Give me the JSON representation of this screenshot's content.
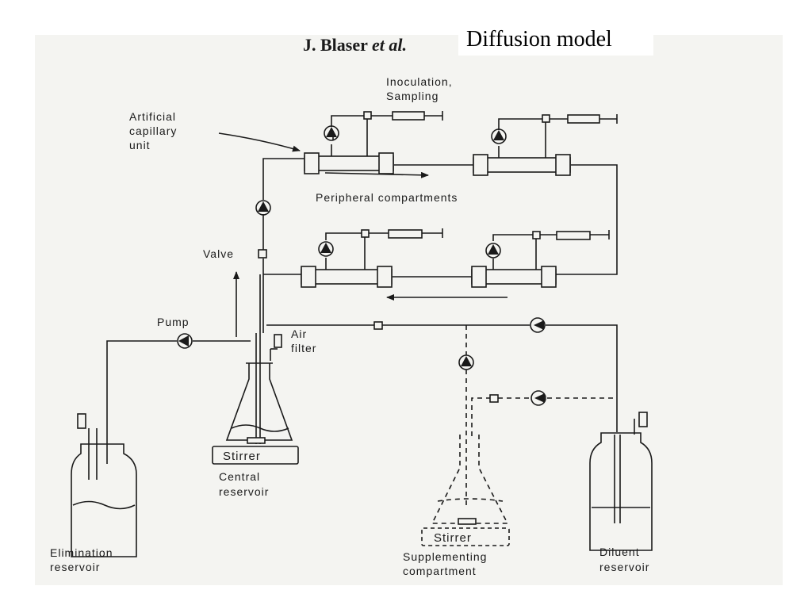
{
  "header": {
    "author": "J. Blaser",
    "etal": "et al.",
    "title": "Diffusion model"
  },
  "labels": {
    "inoculation": [
      "Inoculation,",
      "Sampling"
    ],
    "artificial_capillary": [
      "Artificial",
      "capillary",
      "unit"
    ],
    "peripheral": "Peripheral compartments",
    "valve": "Valve",
    "pump": "Pump",
    "air_filter": [
      "Air",
      "filter"
    ],
    "stirrer": "Stirrer",
    "central_reservoir": [
      "Central",
      "reservoir"
    ],
    "elimination_reservoir": [
      "Elimination",
      "reservoir"
    ],
    "supplementing_compartment": [
      "Supplementing",
      "compartment"
    ],
    "diluent_reservoir": [
      "Diluent",
      "reservoir"
    ]
  },
  "colors": {
    "ink": "#1a1a1a",
    "paper": "#f4f4f1",
    "page": "#ffffff"
  }
}
